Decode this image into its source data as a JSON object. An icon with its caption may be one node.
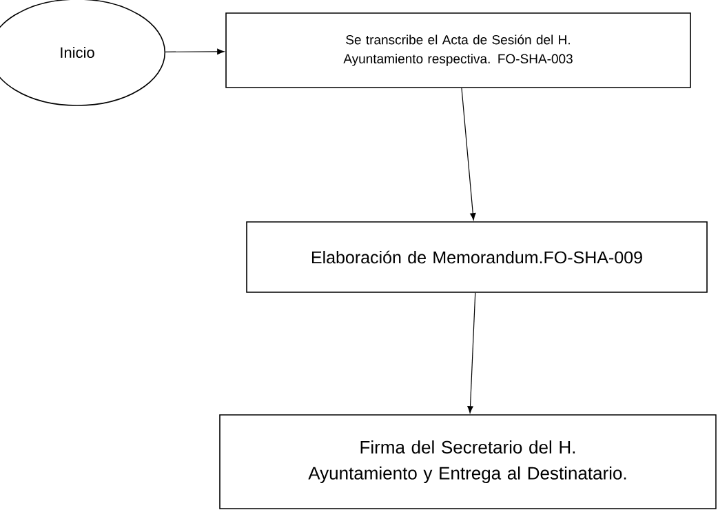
{
  "diagram": {
    "nodes": [
      {
        "text": [
          "Inicio"
        ]
      },
      {
        "text": [
          "Se transcribe el Acta de Sesión del H. Ayuntamiento respectiva. FO-SHA-003"
        ]
      },
      {
        "text": [
          "Elaboración de Memorandum.FO-SHA-009"
        ]
      },
      {
        "text": [
          "Firma del Secretario del H. Ayuntamiento y Entrega al Destinatario."
        ]
      }
    ],
    "edges": [
      {
        "from": 0,
        "to": 1,
        "arrow": "to"
      },
      {
        "from": 1,
        "to": 2,
        "arrow": "to"
      },
      {
        "from": 2,
        "to": 3,
        "arrow": "to"
      }
    ]
  }
}
